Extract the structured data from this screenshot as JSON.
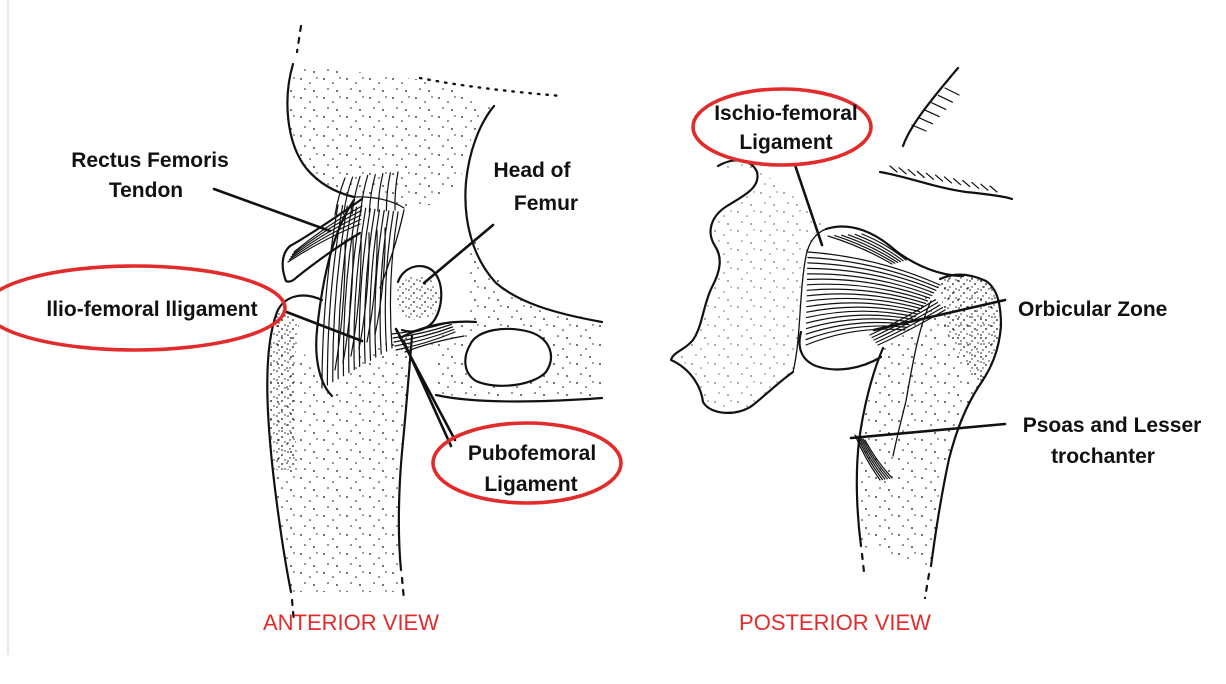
{
  "anterior": {
    "title": "ANTERIOR VIEW",
    "rectus_femoris": [
      "Rectus Femoris",
      "Tendon"
    ],
    "head_of_femur": [
      "Head of",
      "Femur"
    ],
    "iliofemoral": "llio-femoral lligament",
    "pubofemoral": [
      "Pubofemoral",
      "Ligament"
    ]
  },
  "posterior": {
    "title": "POSTERIOR VIEW",
    "ischiofemoral": [
      "Ischio-femoral",
      "Ligament"
    ],
    "orbicular_zone": "Orbicular Zone",
    "psoas": [
      "Psoas and Lesser",
      "trochanter"
    ]
  },
  "colors": {
    "highlight": "#e22b2b",
    "ink": "#111111"
  }
}
